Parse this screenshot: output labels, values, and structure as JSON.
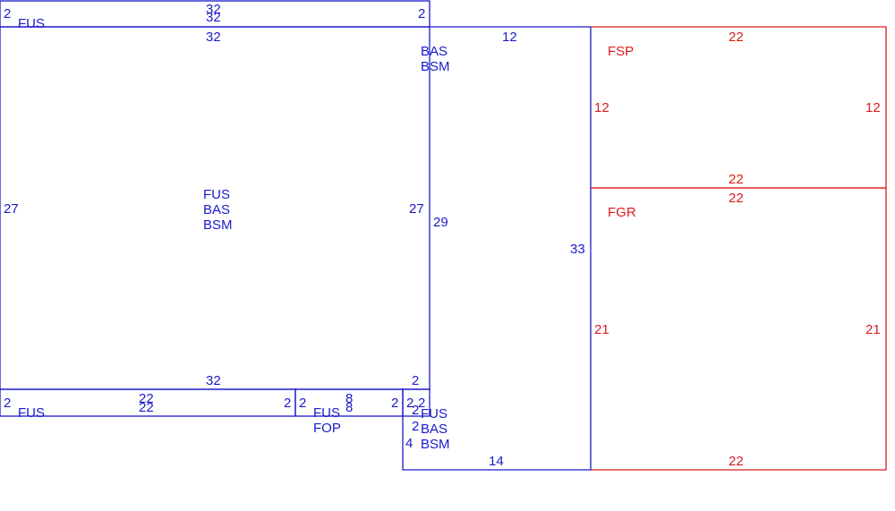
{
  "colors": {
    "blue": "#1a1acc",
    "red": "#dd1a1a"
  },
  "top_strip": {
    "code": "FUS",
    "dim_left": "2",
    "dim_right": "2",
    "dim_top": "32",
    "dim_top_inner": "32"
  },
  "main_room": {
    "codes": [
      "FUS",
      "BAS",
      "BSM"
    ],
    "dim_top": "32",
    "dim_bottom": "32",
    "dim_left": "27",
    "dim_right": "27",
    "dim_corner": "2"
  },
  "bottom_strip_left": {
    "code": "FUS",
    "dim_left": "2",
    "dim_right": "2",
    "dim_top": "22",
    "dim_bottom": "22"
  },
  "bottom_strip_mid": {
    "codes": [
      "FUS",
      "FOP"
    ],
    "dim_left": "2",
    "dim_right": "2",
    "dim_top": "8",
    "dim_bottom": "8"
  },
  "bottom_small": {
    "dim_a": "2",
    "dim_b": "2",
    "dim_c": "2",
    "dim_d": "2",
    "dim_e": "4"
  },
  "right_block": {
    "codes_top": [
      "BAS",
      "BSM"
    ],
    "codes_bottom": [
      "FUS",
      "BAS",
      "BSM"
    ],
    "dim_top": "12",
    "dim_left": "29",
    "dim_right": "33",
    "dim_bottom": "14"
  },
  "fsp_room": {
    "code": "FSP",
    "dim_top": "22",
    "dim_bottom": "22",
    "dim_left": "12",
    "dim_right": "12"
  },
  "fgr_room": {
    "code": "FGR",
    "dim_top": "22",
    "dim_bottom": "22",
    "dim_left": "21",
    "dim_right": "21"
  }
}
